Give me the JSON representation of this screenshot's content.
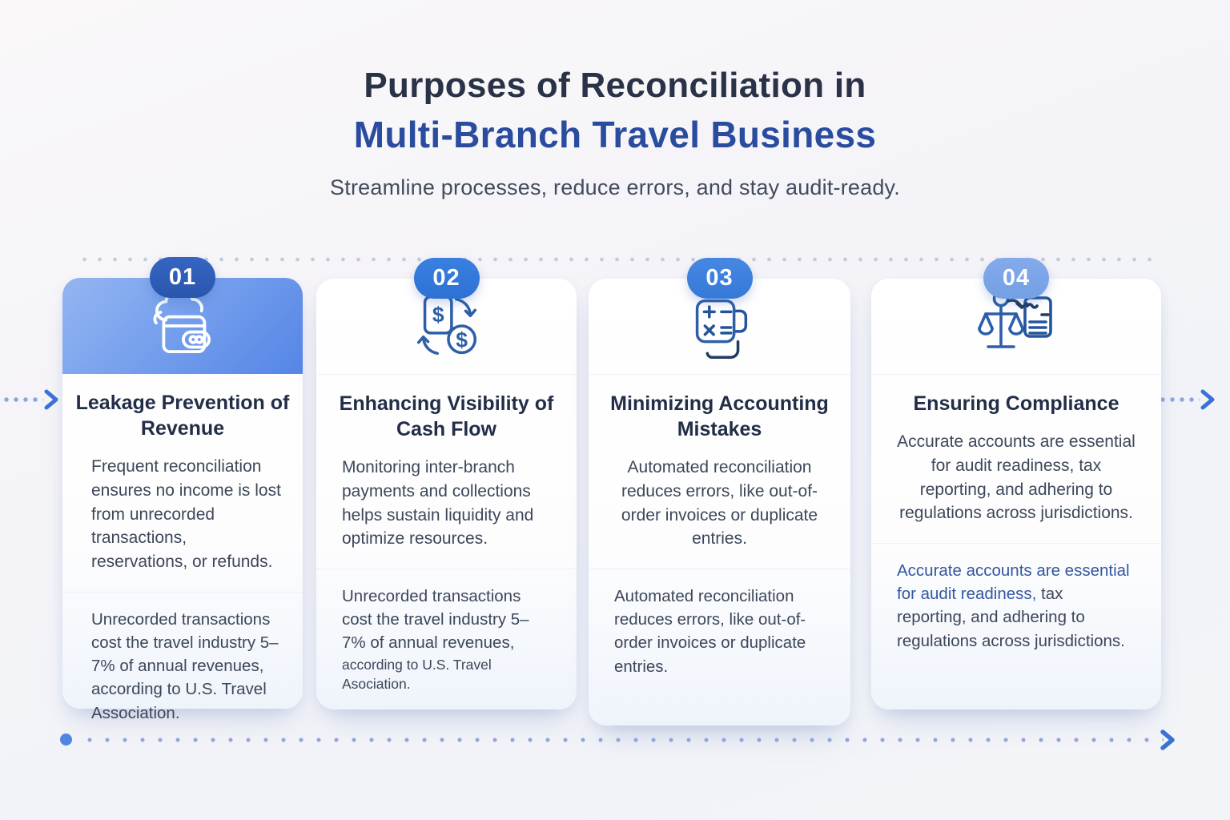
{
  "header": {
    "title_line1": "Purposes of Reconciliation in",
    "title_line2": "Multi-Branch Travel Business",
    "subtitle": "Streamline processes, reduce errors, and stay audit-ready."
  },
  "cards": [
    {
      "number": "01",
      "icon": "wallet-cloud-icon",
      "title": "Leakage Prevention of Revenue",
      "para1": "Frequent reconciliation ensures no income is lost from unrecorded transactions, reservations, or refunds.",
      "para2": "Unrecorded transactions cost the travel industry 5–7% of annual revenues, according to U.S. Travel Association."
    },
    {
      "number": "02",
      "icon": "cash-flow-exchange-icon",
      "title": "Enhancing Visibility of Cash Flow",
      "para1": "Monitoring inter-branch payments and collections helps sustain liquidity and optimize resources.",
      "para2": "Unrecorded transactions cost the travel industry 5–7% of annual revenues,",
      "para2_small": "according to U.S. Travel Asociation."
    },
    {
      "number": "03",
      "icon": "calculator-icon",
      "title": "Minimizing Accounting Mistakes",
      "para1": "Automated reconciliation reduces errors, like out-of-order invoices or duplicate entries.",
      "para2": "Automated reconciliation reduces errors, like out-of-order invoices or duplicate entries."
    },
    {
      "number": "04",
      "icon": "balance-scales-compliance-icon",
      "title": "Ensuring Compliance",
      "para1": "Accurate accounts are essential for audit readiness, tax reporting, and adhering to regulations across jurisdictions.",
      "para2_lead": "Accurate accounts are essential for audit readiness,",
      "para2_rest": " tax reporting, and adhering to regulations across jurisdictions."
    }
  ],
  "decorations": {
    "left_arrow_icon": "chevron-right-icon",
    "right_arrow_icon": "chevron-right-icon",
    "bottom_arrow_icon": "chevron-right-icon"
  },
  "colors": {
    "title_navy": "#2a3247",
    "title_blue": "#2a4c9f",
    "body_text": "#3d4759",
    "badge_dark_blue": "#2a56ad",
    "badge_blue": "#2c71d4",
    "badge_light_blue": "#73a0e6",
    "card1_header_gradient_start": "#94b5f1",
    "card1_header_gradient_end": "#5585e6",
    "icon_stroke_blue": "#2d5fa8",
    "arrow_blue": "#3a72d4",
    "dot_gray": "#c3cbda",
    "dot_blue": "#8fa6da"
  }
}
